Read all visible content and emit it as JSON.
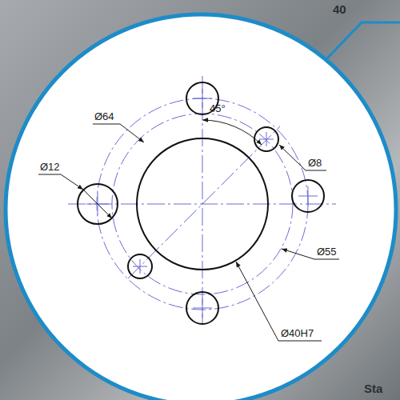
{
  "diagram": {
    "labels": [
      "Ø64",
      "Ø8",
      "Ø12",
      "45°",
      "Ø55",
      "Ø40H7",
      "40",
      "Sta"
    ]
  }
}
